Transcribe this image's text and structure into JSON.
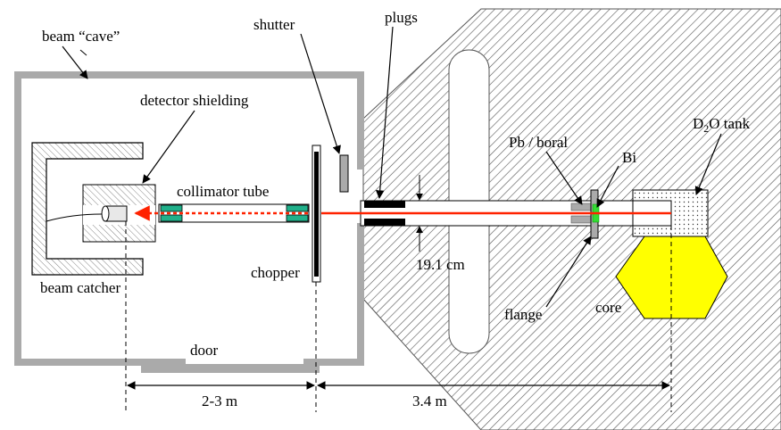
{
  "labels": {
    "beam_cave": "beam “cave”",
    "shutter": "shutter",
    "plugs": "plugs",
    "d2o_tank_main": "D",
    "d2o_tank_sub": "2",
    "d2o_tank_rest": "O tank",
    "detector_shielding": "detector shielding",
    "pb_boral": "Pb / boral",
    "bi": "Bi",
    "collimator_tube": "collimator tube",
    "beam_catcher": "beam catcher",
    "chopper": "chopper",
    "diameter": "19.1 cm",
    "flange": "flange",
    "core": "core",
    "door": "door",
    "dist_left": "2-3 m",
    "dist_right": "3.4 m"
  },
  "colors": {
    "beam": "#ff2200",
    "core": "#ffff00",
    "teal": "#20b08a",
    "green": "#33dd33",
    "shield_gray": "#aaaaaa",
    "dark": "#000000"
  }
}
